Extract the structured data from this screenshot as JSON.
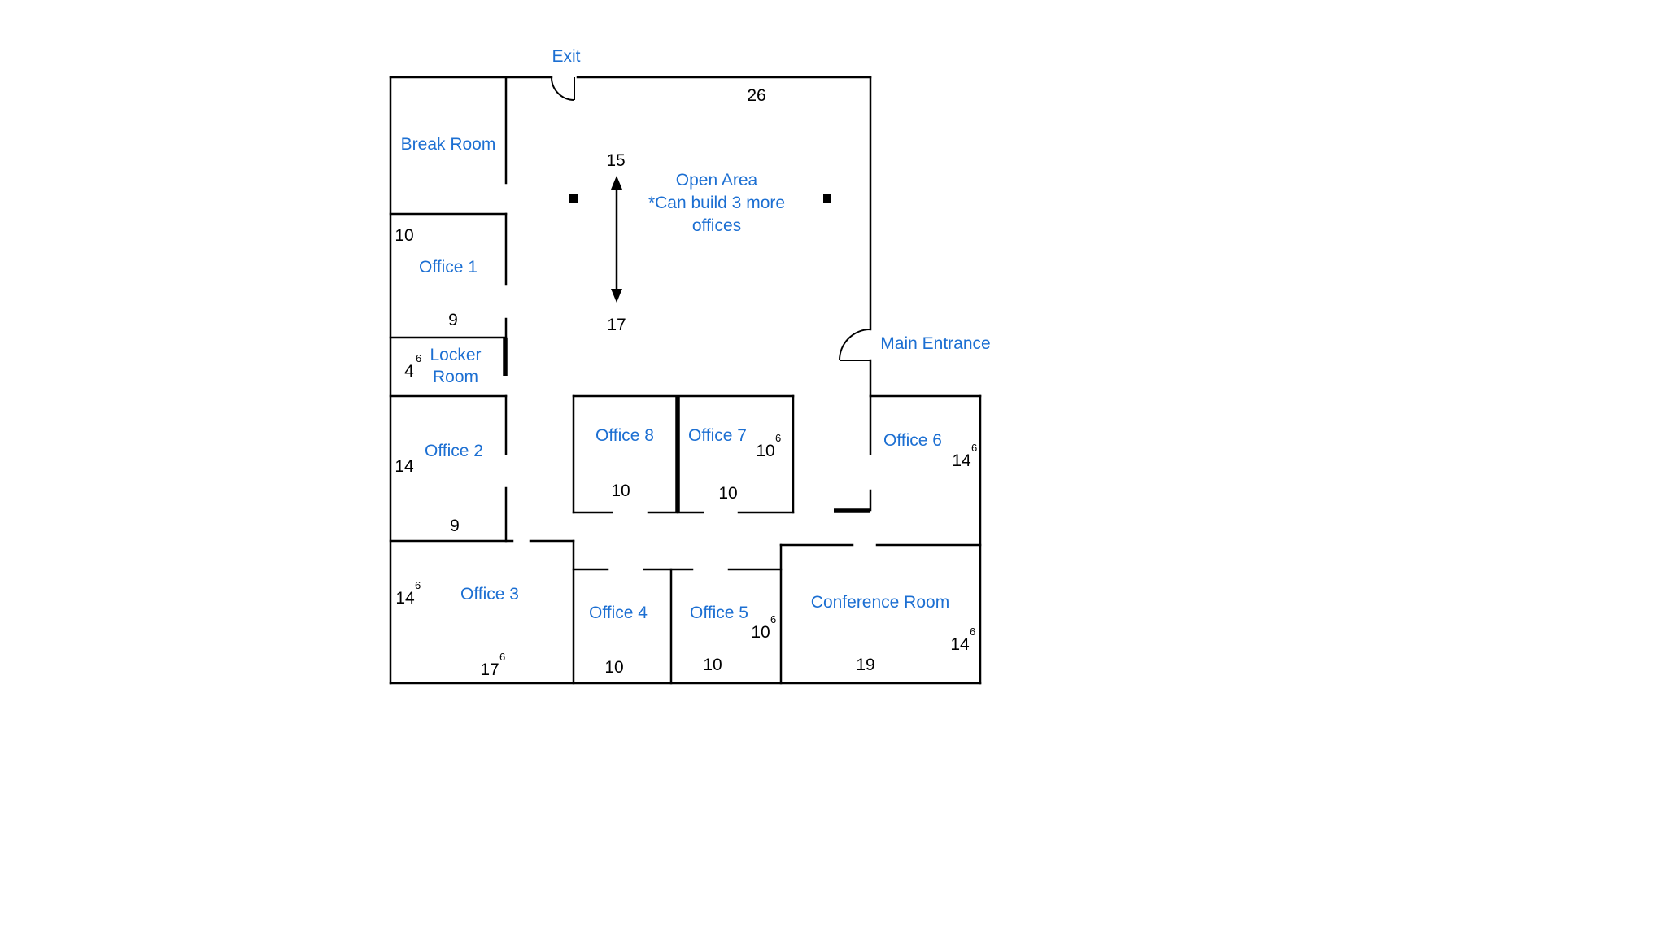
{
  "colors": {
    "room_label_blue": "#1c6fd2",
    "wall_black": "#000000",
    "background": "#ffffff"
  },
  "labels": {
    "exit": "Exit",
    "break_room": "Break Room",
    "office_1": "Office 1",
    "locker_room_line_1": "Locker",
    "locker_room_line_2": "Room",
    "office_2": "Office 2",
    "office_3": "Office 3",
    "office_4": "Office 4",
    "office_5": "Office 5",
    "office_6": "Office 6",
    "office_7": "Office 7",
    "office_8": "Office 8",
    "conference_room": "Conference Room",
    "main_entrance": "Main Entrance",
    "open_area_line_1": "Open Area",
    "open_area_line_2": "*Can build 3 more",
    "open_area_line_3": "offices"
  },
  "dimensions": {
    "open_area_width": "26",
    "open_area_depth_top": "15",
    "open_area_depth_bottom": "17",
    "office_1_depth": "10",
    "office_1_width": "9",
    "locker_depth": "4",
    "locker_depth_sup": "6",
    "office_2_depth": "14",
    "office_2_width": "9",
    "office_8_width": "10",
    "office_7_width": "10",
    "office_7_width_sup": "6",
    "office_7_width_bottom": "10",
    "office_6_width": "14",
    "office_6_width_sup": "6",
    "office_3_depth": "14",
    "office_3_depth_sup": "6",
    "office_3_width": "17",
    "office_3_width_sup": "6",
    "office_4_width": "10",
    "office_5_width": "10",
    "office_5_width_sup": "6",
    "office_5_width_bottom": "10",
    "conference_width": "19",
    "conference_depth": "14",
    "conference_depth_sup": "6"
  }
}
